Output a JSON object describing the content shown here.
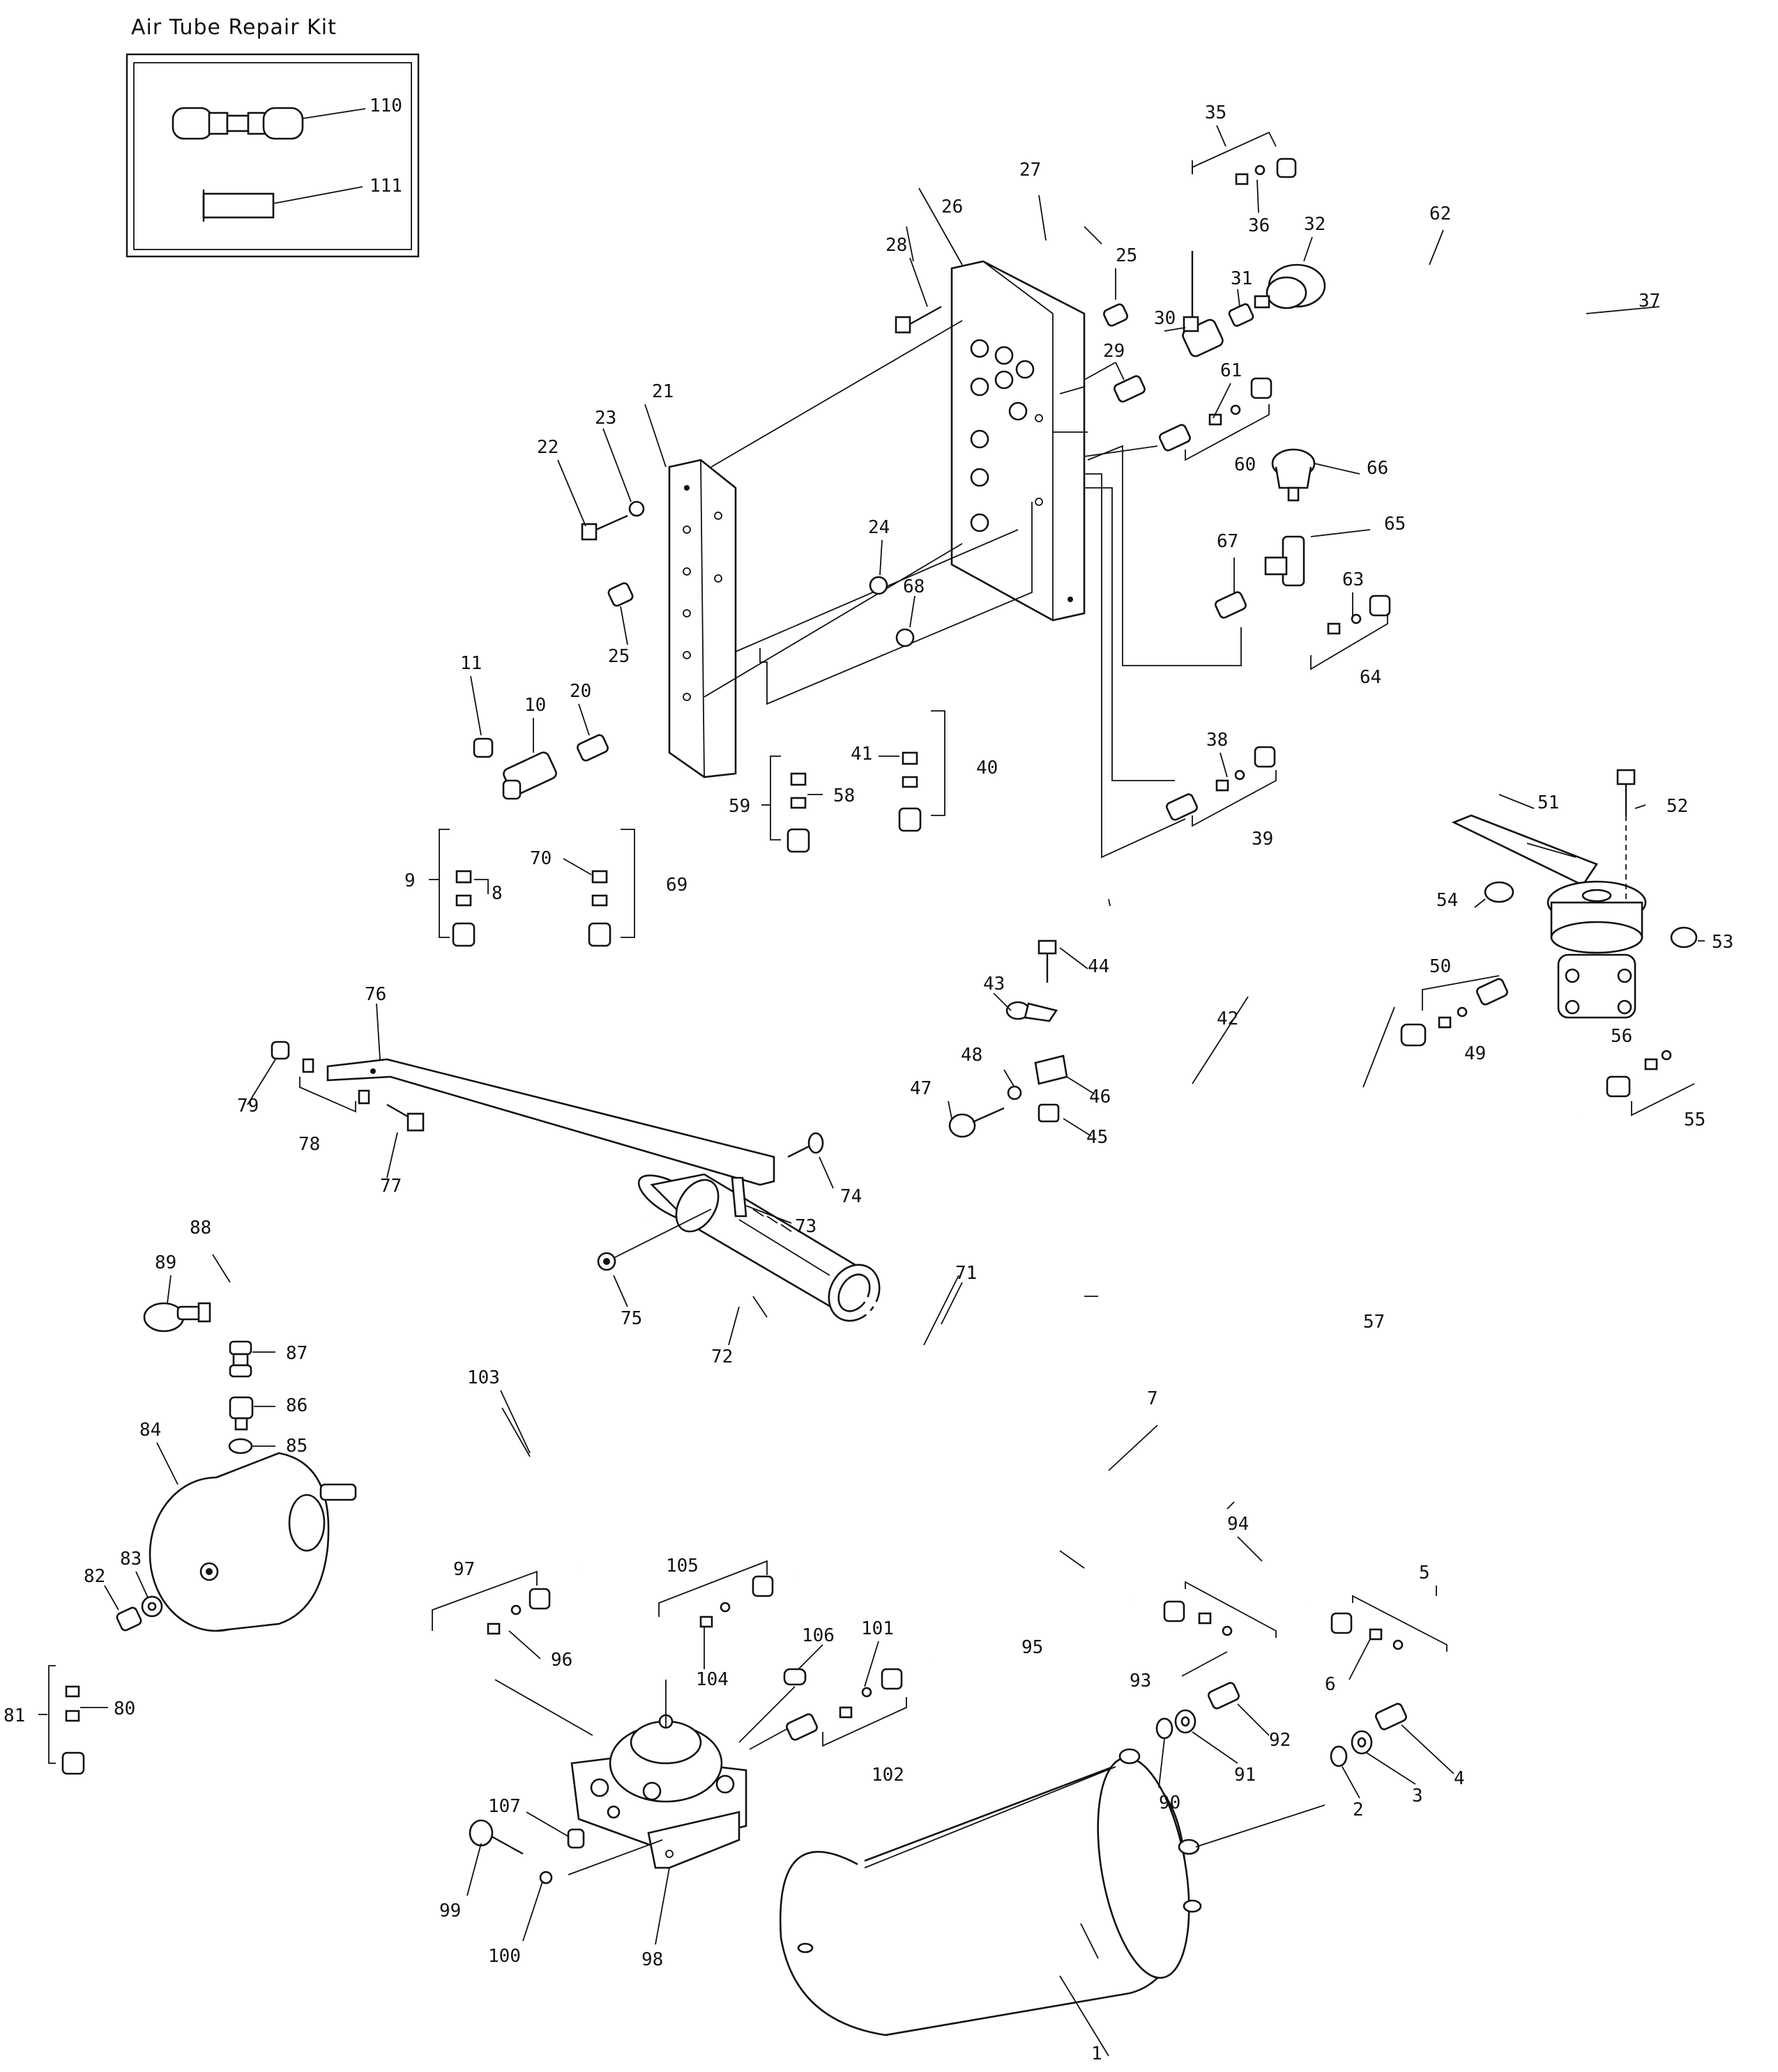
{
  "inset": {
    "title": "Air Tube Repair Kit",
    "parts": [
      "110",
      "111"
    ]
  },
  "callouts": {
    "p1": "1",
    "p2": "2",
    "p3": "3",
    "p4": "4",
    "p5": "5",
    "p6": "6",
    "p7": "7",
    "p8": "8",
    "p9": "9",
    "p10": "10",
    "p11": "11",
    "p20": "20",
    "p21": "21",
    "p22": "22",
    "p23": "23",
    "p24": "24",
    "p25a": "25",
    "p25b": "25",
    "p26": "26",
    "p27": "27",
    "p28": "28",
    "p29": "29",
    "p30": "30",
    "p31": "31",
    "p32": "32",
    "p35": "35",
    "p36": "36",
    "p37": "37",
    "p38": "38",
    "p39": "39",
    "p40": "40",
    "p41": "41",
    "p42": "42",
    "p43": "43",
    "p44": "44",
    "p45": "45",
    "p46": "46",
    "p47": "47",
    "p48": "48",
    "p49": "49",
    "p50": "50",
    "p51": "51",
    "p52": "52",
    "p53": "53",
    "p54": "54",
    "p55": "55",
    "p56": "56",
    "p57": "57",
    "p58": "58",
    "p59": "59",
    "p60": "60",
    "p61": "61",
    "p62": "62",
    "p63": "63",
    "p64": "64",
    "p65": "65",
    "p66": "66",
    "p67": "67",
    "p68": "68",
    "p69": "69",
    "p70": "70",
    "p71": "71",
    "p72": "72",
    "p73": "73",
    "p74": "74",
    "p75": "75",
    "p76": "76",
    "p77": "77",
    "p78": "78",
    "p79": "79",
    "p80": "80",
    "p81": "81",
    "p82": "82",
    "p83": "83",
    "p84": "84",
    "p85": "85",
    "p86": "86",
    "p87": "87",
    "p88": "88",
    "p89": "89",
    "p90": "90",
    "p91": "91",
    "p92": "92",
    "p93": "93",
    "p94": "94",
    "p95": "95",
    "p96": "96",
    "p97": "97",
    "p98": "98",
    "p99": "99",
    "p100": "100",
    "p101": "101",
    "p102": "102",
    "p103": "103",
    "p104": "104",
    "p105": "105",
    "p106": "106",
    "p107": "107"
  }
}
